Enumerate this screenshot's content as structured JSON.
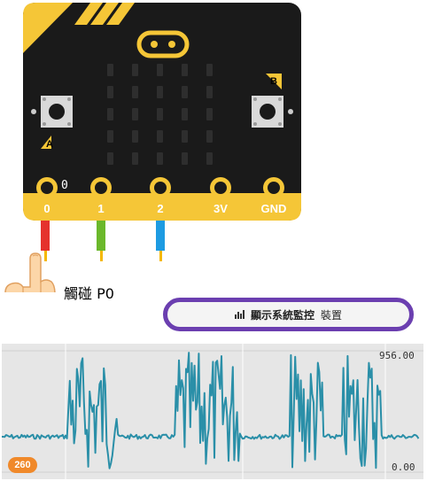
{
  "board": {
    "pins": [
      "0",
      "1",
      "2",
      "3V",
      "GND"
    ],
    "pin_zero_marker": "0",
    "button_a": "A",
    "button_b": "B"
  },
  "touch_label": "觸碰 P0",
  "monitor_button": {
    "icon": "bar-chart-icon",
    "label": "顯示系統監控",
    "suffix": "裝置"
  },
  "chart_data": {
    "type": "line",
    "ymax_label": "956.00",
    "ymin_label": "0.00",
    "ylim": [
      0,
      956
    ],
    "badge": "260",
    "color": "#2A8FA8"
  },
  "colors": {
    "board": "#1a1a1a",
    "edge": "#F5C637",
    "wire_red": "#E5322D",
    "wire_green": "#6BB82B",
    "wire_blue": "#1D9BE2",
    "monitor_border": "#6B3FB0",
    "badge": "#F0892A"
  }
}
